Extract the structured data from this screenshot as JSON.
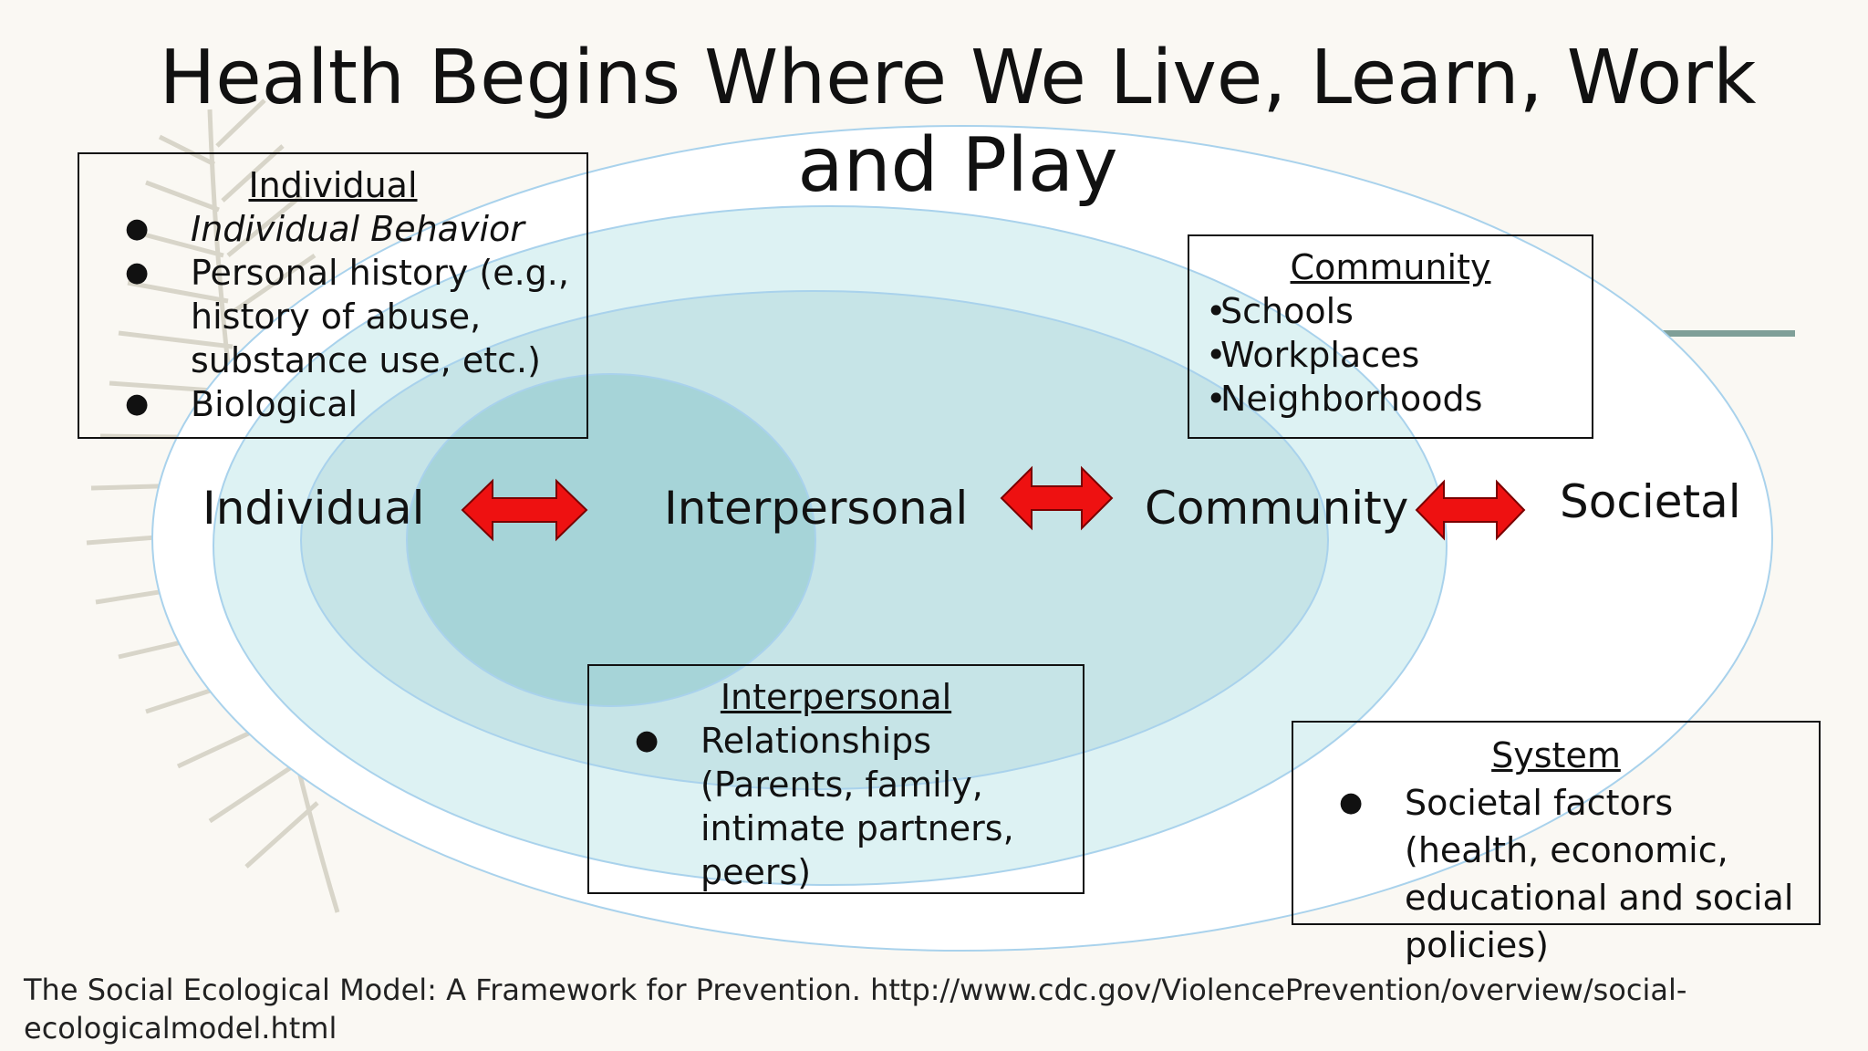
{
  "title": "Health Begins Where We Live, Learn, Work and Play",
  "layers": {
    "individual": "Individual",
    "interpersonal": "Interpersonal",
    "community": "Community",
    "societal": "Societal"
  },
  "colors": {
    "outer_ring": "#ffffff",
    "community_ring": "#ddf2f3",
    "interpersonal_ring": "#c6e4e7",
    "individual_ring": "#a6d4d8",
    "ring_stroke": "#a9d2ec",
    "arrow_fill": "#ee1111",
    "accent_bar": "#7f9f98"
  },
  "boxes": {
    "individual": {
      "title": "Individual",
      "items": [
        "Individual Behavior",
        "Personal history (e.g., history of abuse, substance use, etc.)",
        "Biological"
      ]
    },
    "community": {
      "title": "Community",
      "items": [
        "Schools",
        "Workplaces",
        "Neighborhoods"
      ]
    },
    "interpersonal": {
      "title": "Interpersonal",
      "items": [
        "Relationships (Parents, family, intimate partners, peers)"
      ]
    },
    "system": {
      "title": "System",
      "items": [
        "Societal factors (health, economic, educational and social policies)"
      ]
    }
  },
  "source": "The Social Ecological Model: A Framework for Prevention. http://www.cdc.gov/ViolencePrevention/overview/social-ecologicalmodel.html"
}
